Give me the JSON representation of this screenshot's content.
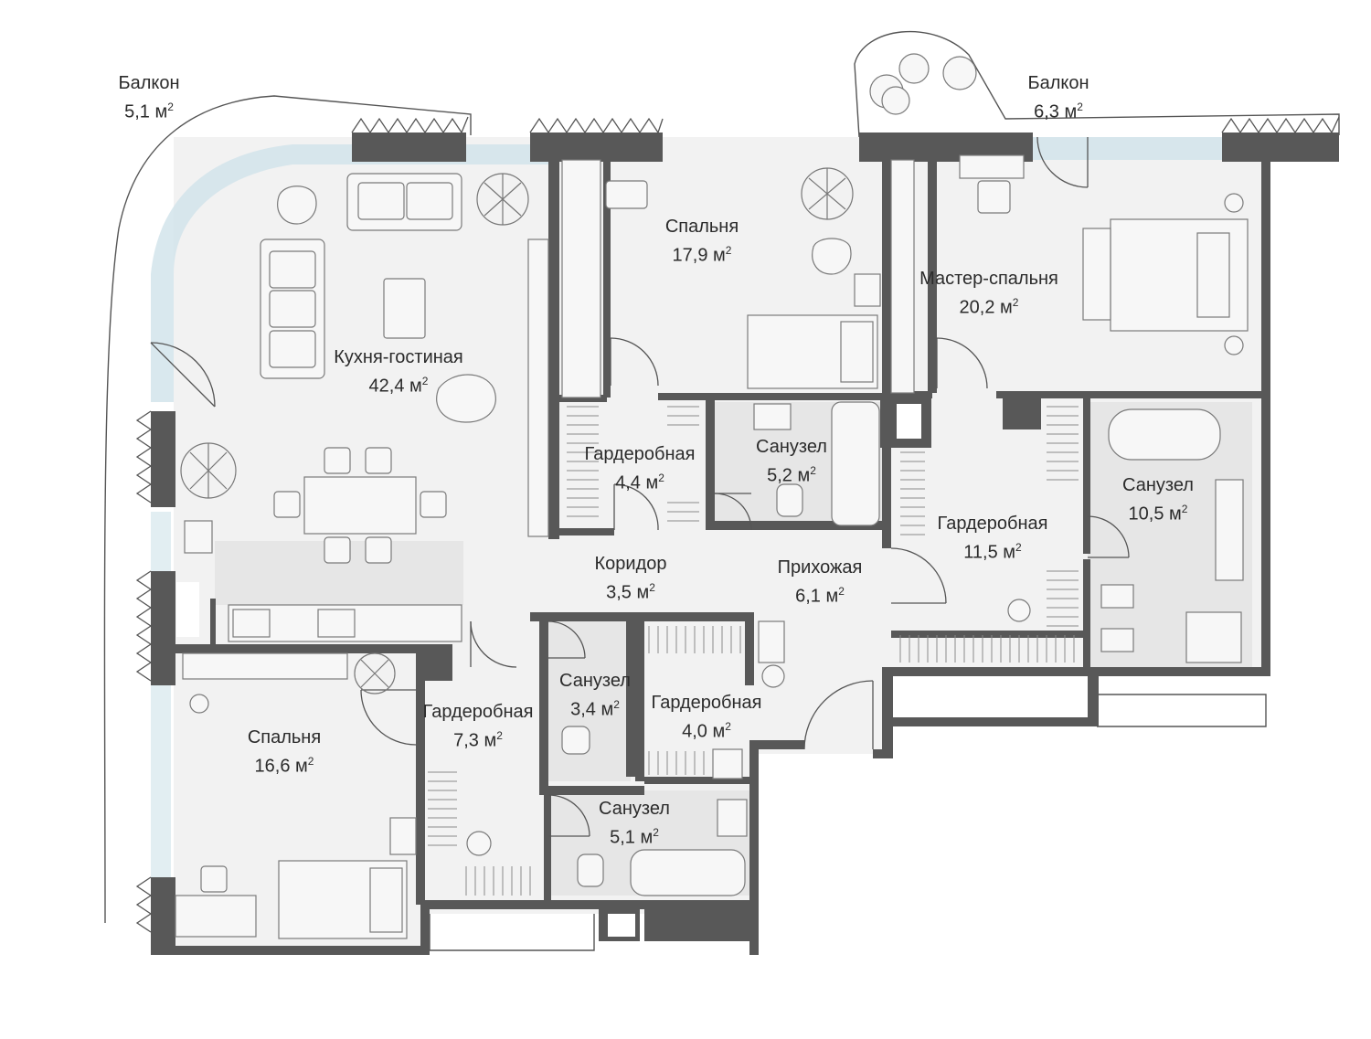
{
  "colors": {
    "wall": "#585858",
    "floor": "#f2f2f2",
    "tile": "#e6e6e6",
    "glass": "#cfe2ea",
    "furniture_stroke": "#7a7a7a",
    "text": "#2b2b2b"
  },
  "unit_label": "м",
  "rooms": [
    {
      "id": "balcony-left",
      "name": "Балкон",
      "area": "5,1"
    },
    {
      "id": "balcony-right",
      "name": "Балкон",
      "area": "6,3"
    },
    {
      "id": "kitchen-living",
      "name": "Кухня-гостиная",
      "area": "42,4"
    },
    {
      "id": "bedroom-1",
      "name": "Спальня",
      "area": "17,9"
    },
    {
      "id": "master-bedroom",
      "name": "Мастер-спальня",
      "area": "20,2"
    },
    {
      "id": "wardrobe-1",
      "name": "Гардеробная",
      "area": "4,4"
    },
    {
      "id": "bathroom-1",
      "name": "Санузел",
      "area": "5,2"
    },
    {
      "id": "wardrobe-2",
      "name": "Гардеробная",
      "area": "11,5"
    },
    {
      "id": "bathroom-2",
      "name": "Санузел",
      "area": "10,5"
    },
    {
      "id": "corridor",
      "name": "Коридор",
      "area": "3,5"
    },
    {
      "id": "hallway",
      "name": "Прихожая",
      "area": "6,1"
    },
    {
      "id": "bathroom-3",
      "name": "Санузел",
      "area": "3,4"
    },
    {
      "id": "wardrobe-3",
      "name": "Гардеробная",
      "area": "4,0"
    },
    {
      "id": "wardrobe-4",
      "name": "Гардеробная",
      "area": "7,3"
    },
    {
      "id": "bedroom-2",
      "name": "Спальня",
      "area": "16,6"
    },
    {
      "id": "bathroom-4",
      "name": "Санузел",
      "area": "5,1"
    }
  ]
}
